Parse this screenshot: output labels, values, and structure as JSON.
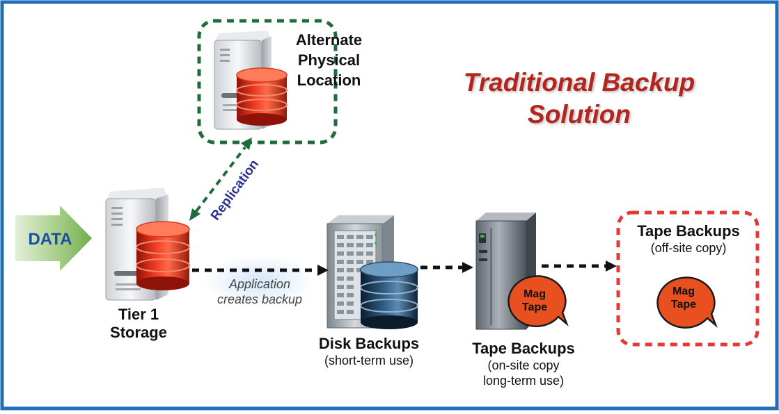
{
  "title": [
    "Traditional Backup",
    "Solution"
  ],
  "data_arrow_label": "DATA",
  "replication_label": "Replication",
  "application_label": [
    "Application",
    "creates backup"
  ],
  "tier1": [
    "Tier 1",
    "Storage"
  ],
  "alternate": [
    "Alternate",
    "Physical",
    "Location"
  ],
  "disk_backups": {
    "title": "Disk Backups",
    "note": "(short-term use)"
  },
  "tape_onsite": {
    "title": "Tape Backups",
    "note": [
      "(on-site copy",
      "long-term use)"
    ]
  },
  "tape_offsite": {
    "title": "Tape Backups",
    "note": "(off-site copy)"
  },
  "mag_tape": [
    "Mag",
    "Tape"
  ],
  "colors": {
    "frame": "#1d6fb8",
    "title": "#b3261e",
    "green_box": "#1e6b3c",
    "red_box": "#e53935",
    "replication_text": "#2a2f8f",
    "data_text": "#1a4fa3",
    "mag_tape": "#e8501f"
  }
}
